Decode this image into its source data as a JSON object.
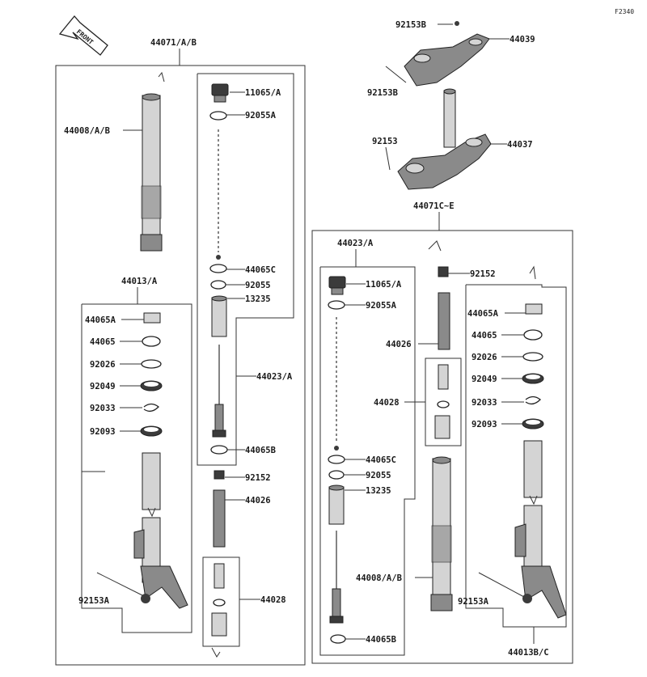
{
  "figure_code": "F2340",
  "front_arrow_label": "FRONT",
  "labels": {
    "a_44071AB": "44071/A/B",
    "a_44008AB": "44008/A/B",
    "a_11065A": "11065/A",
    "a_92055A": "92055A",
    "a_44065C": "44065C",
    "a_92055": "92055",
    "a_13235": "13235",
    "a_44023A": "44023/A",
    "a_44065B": "44065B",
    "a_44013A": "44013/A",
    "a_44065A": "44065A",
    "a_44065": "44065",
    "a_92026": "92026",
    "a_92049": "92049",
    "a_92033": "92033",
    "a_92093": "92093",
    "a_92152": "92152",
    "a_44026": "44026",
    "a_44028": "44028",
    "a_92153A": "92153A",
    "b_92153B_top": "92153B",
    "b_44039": "44039",
    "b_92153B": "92153B",
    "b_92153": "92153",
    "b_44037": "44037",
    "b_44071CE": "44071C~E",
    "b_44023A": "44023/A",
    "b_92152": "92152",
    "b_11065A": "11065/A",
    "b_92055A": "92055A",
    "b_44065A": "44065A",
    "b_44026": "44026",
    "b_44065": "44065",
    "b_92026": "92026",
    "b_92049": "92049",
    "b_44028": "44028",
    "b_92033": "92033",
    "b_92093": "92093",
    "b_44065C": "44065C",
    "b_92055": "92055",
    "b_13235": "13235",
    "b_44008AB": "44008/A/B",
    "b_92153A": "92153A",
    "b_44065B": "44065B",
    "b_44013BC": "44013B/C"
  }
}
